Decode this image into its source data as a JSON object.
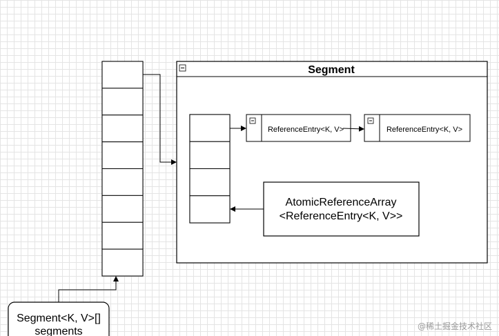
{
  "segment_container": {
    "title": "Segment"
  },
  "segments_array": {
    "label_line1": "Segment<K, V>[]",
    "label_line2": "segments",
    "cell_count": 8
  },
  "table_array": {
    "cell_count": 4
  },
  "entries": [
    {
      "label": "ReferenceEntry<K, V>"
    },
    {
      "label": "ReferenceEntry<K, V>"
    }
  ],
  "atomic_array": {
    "line1": "AtomicReferenceArray",
    "line2": "<ReferenceEntry<K, V>>"
  },
  "icons": {
    "collapse": "collapse-icon",
    "arrow": "arrow-icon"
  },
  "watermark": {
    "text": "@稀土掘金技术社区"
  }
}
